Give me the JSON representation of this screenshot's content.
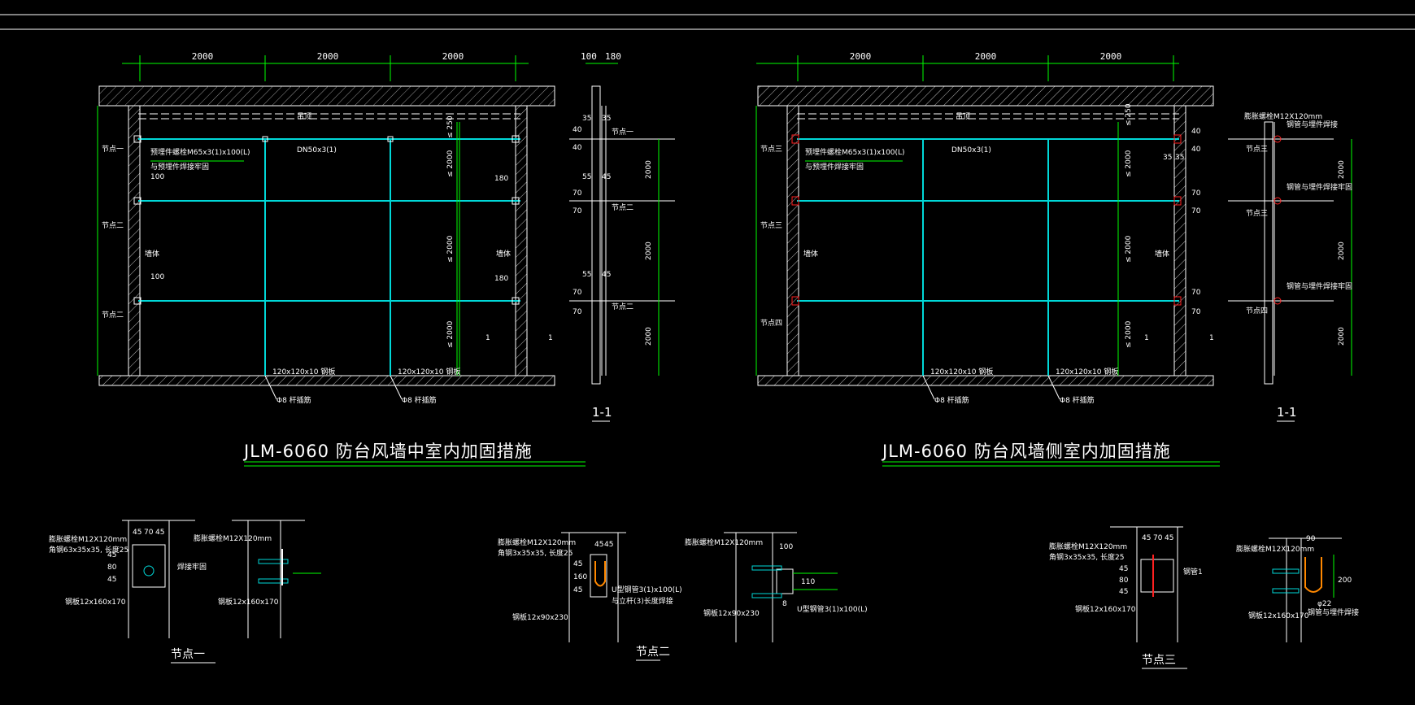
{
  "colors": {
    "background": "#000000",
    "structure": "#ffffff",
    "dimension": "#00ff00",
    "frame": "#00d8d8",
    "steel": "#ff2020",
    "anchor": "#ff8800"
  },
  "drawings": [
    {
      "title": "JLM-6060  防台风墙中室内加固措施",
      "top_dims": [
        "2000",
        "2000",
        "2000"
      ],
      "ceiling_label": "吊顶",
      "beam_label": "DN50x3(1)",
      "clamp_label_1": "预埋件螺栓M65x3(1)x100(L)",
      "clamp_label_2": "与预埋件焊接牢固",
      "gap_dims": [
        "100",
        "100",
        "180",
        "180"
      ],
      "side_labels": [
        "节点一",
        "节点二",
        "节点二",
        "墙体",
        "墙体"
      ],
      "vert_dims": [
        "≤ 250",
        "≤ 2000",
        "≤ 2000",
        "≤ 2000"
      ],
      "bottom_labels": [
        "120x120x10 钢板",
        "120x120x10 钢板"
      ],
      "anchor_labels": [
        "Φ8 杆插筋",
        "Φ8 杆插筋"
      ],
      "section": {
        "label": "1-1",
        "top_dims": [
          "100",
          "180"
        ],
        "dims": [
          "35",
          "35",
          "40",
          "40",
          "55",
          "45",
          "70",
          "70",
          "55",
          "45",
          "70",
          "70"
        ],
        "right_dims": [
          "2000",
          "2000",
          "2000"
        ],
        "node_labels": [
          "节点一",
          "节点二",
          "节点二"
        ],
        "scale": "1"
      }
    },
    {
      "title": "JLM-6060  防台风墙侧室内加固措施",
      "top_dims": [
        "2000",
        "2000",
        "2000"
      ],
      "ceiling_label": "吊顶",
      "beam_label": "DN50x3(1)",
      "clamp_label_1": "预埋件螺栓M65x3(1)x100(L)",
      "clamp_label_2": "与预埋件焊接牢固",
      "side_labels": [
        "节点三",
        "节点三",
        "节点四",
        "墙体",
        "墙体"
      ],
      "vert_dims": [
        "≤ 250",
        "≤ 2000",
        "≤ 2000",
        "≤ 2000"
      ],
      "bottom_labels": [
        "120x120x10 钢板",
        "120x120x10 钢板"
      ],
      "anchor_labels": [
        "Φ8 杆插筋",
        "Φ8 杆插筋"
      ],
      "section": {
        "label": "1-1",
        "top_label": "膨胀螺栓M12X120mm",
        "dims": [
          "40",
          "35",
          "35",
          "40",
          "70",
          "70",
          "70",
          "70"
        ],
        "right_dims": [
          "2000",
          "2000",
          "2000"
        ],
        "node_labels": [
          "节点三",
          "节点三",
          "节点四"
        ],
        "callouts": [
          "钢管与埋件焊接",
          "钢管与埋件焊接牢固",
          "钢管与埋件焊接牢固"
        ],
        "scale": "1"
      }
    }
  ],
  "details": [
    {
      "title": "节点一",
      "dims": [
        "45",
        "70",
        "45",
        "45",
        "80",
        "45"
      ],
      "label_a1": "膨胀螺栓M12X120mm",
      "label_a2": "角钢63x35x35, 长度25",
      "label_plate": "钢板12x160x170",
      "label_weld": "焊接牢固",
      "side_label_a": "膨胀螺栓M12X120mm",
      "side_label_b": "钢板12x160x170"
    },
    {
      "title": "节点二",
      "dims": [
        "45",
        "45",
        "45",
        "160",
        "45"
      ],
      "label_a1": "膨胀螺栓M12X120mm",
      "label_a2": "角钢3x35x35, 长度25",
      "label_u1": "U型钢管3(1)x100(L)",
      "label_u2": "与立杆(3)长度焊接",
      "label_plate": "钢板12x90x230",
      "side_label_a": "膨胀螺栓M12X120mm",
      "side_label_b": "钢板12x90x230",
      "side_label_c": "U型钢管3(1)x100(L)",
      "side_dims": [
        "100",
        "110",
        "8"
      ]
    },
    {
      "title": "节点三",
      "dims": [
        "45",
        "70",
        "45",
        "45",
        "80",
        "45"
      ],
      "label_a1": "膨胀螺栓M12X120mm",
      "label_a2": "角钢3x35x35, 长度25",
      "label_plate": "钢板12x160x170",
      "label_pipe": "钢管1",
      "side_label_a": "膨胀螺栓M12X120mm",
      "side_label_b": "钢板12x160x170",
      "side_dims": [
        "90",
        "200",
        "φ22"
      ],
      "side_callout": "钢管与埋件焊接"
    }
  ]
}
